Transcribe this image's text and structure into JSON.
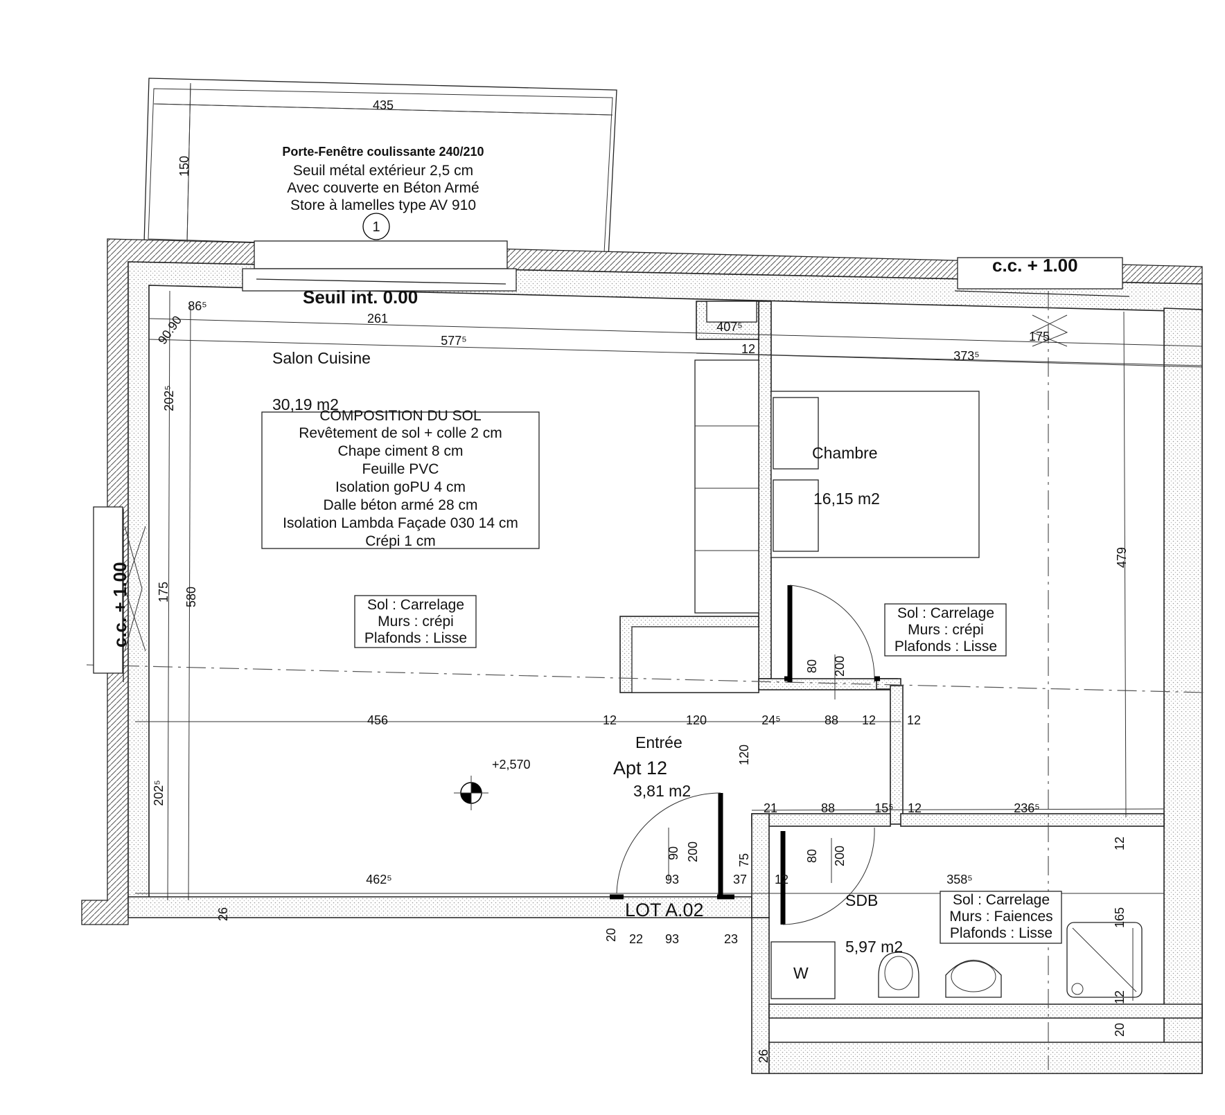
{
  "window_label": {
    "title": "Porte-Fenêtre coulissante 240/210",
    "lines": [
      "Seuil métal extérieur 2,5 cm",
      "Avec couverte en Béton Armé",
      "Store à lamelles type AV 910"
    ],
    "number": "1"
  },
  "levels": {
    "seuil": "Seuil int. 0.00",
    "cc_top": "c.c. + 1.00",
    "cc_left": "c.c. + 1.00",
    "elevation": "+2,570"
  },
  "rooms": {
    "salon": {
      "name": "Salon Cuisine",
      "area": "30,19 m2"
    },
    "chambre": {
      "name": "Chambre",
      "area": "16,15 m2"
    },
    "entree": {
      "name": "Entrée",
      "area": "3,81 m2"
    },
    "sdb": {
      "name": "SDB",
      "area": "5,97 m2"
    },
    "apt": "Apt 12",
    "lot": "LOT A.02",
    "w": "W"
  },
  "composition": {
    "title": "COMPOSITION DU SOL",
    "lines": [
      "Revêtement de sol + colle 2 cm",
      "Chape ciment 8 cm",
      "Feuille PVC",
      "Isolation goPU 4 cm",
      "Dalle béton armé 28 cm",
      "Isolation Lambda Façade 030 14 cm",
      "Crépi 1 cm"
    ]
  },
  "finishes": {
    "salon": [
      "Sol : Carrelage",
      "Murs : crépi",
      "Plafonds : Lisse"
    ],
    "chambre": [
      "Sol : Carrelage",
      "Murs : crépi",
      "Plafonds : Lisse"
    ],
    "sdb": [
      "Sol : Carrelage",
      "Murs : Faiences",
      "Plafonds : Lisse"
    ]
  },
  "dimensions": {
    "d435": "435",
    "d150": "150",
    "d261": "261",
    "d5775": "577⁵",
    "d4075": "407⁵",
    "d12a": "12",
    "d3735": "373⁵",
    "d175a": "175",
    "d2025a": "202⁵",
    "d580": "580",
    "d175b": "175",
    "d90": "90.90",
    "d865": "86⁵",
    "d479": "479",
    "d456": "456",
    "d12b": "12",
    "d120a": "120",
    "d245": "24⁵",
    "d88a": "88",
    "d12c": "12",
    "d12d": "12",
    "d120b": "120",
    "d80a": "80",
    "d200a": "200",
    "d21": "21",
    "d88b": "88",
    "d155": "15⁵",
    "d12e": "12",
    "d2365": "236⁵",
    "d2025b": "202⁵",
    "d4625": "462⁵",
    "d93a": "93",
    "d37": "37",
    "d12f": "12",
    "d3585": "358⁵",
    "d90b": "90",
    "d200b": "200",
    "d75": "75",
    "d80b": "80",
    "d200c": "200",
    "d26a": "26",
    "d26b": "26",
    "d20a": "20",
    "d22": "22",
    "d93b": "93",
    "d23": "23",
    "d12g": "12",
    "d165": "165",
    "d12h": "12",
    "d20b": "20"
  }
}
